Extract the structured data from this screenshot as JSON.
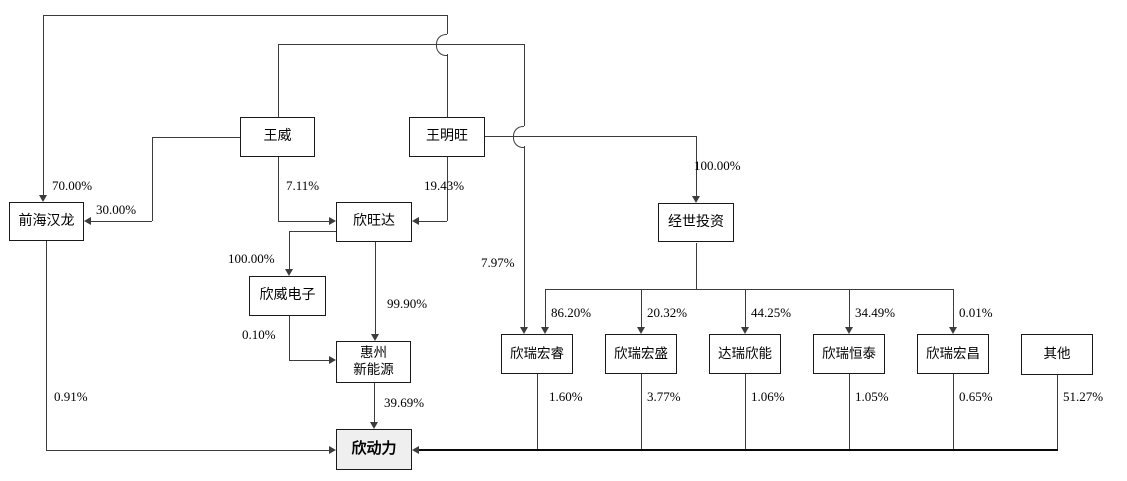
{
  "diagram": {
    "type": "equity-ownership-structure",
    "colors": {
      "background": "#ffffff",
      "line": "#3c3c3c",
      "node_border": "#1a1a1a",
      "node_fill": "#ffffff",
      "highlight_node_fill": "#efefef"
    },
    "nodes": {
      "qianhai_hanlong": {
        "label": "前海汉龙"
      },
      "wang_wei": {
        "label": "王威"
      },
      "wang_mingwang": {
        "label": "王明旺"
      },
      "xinwangda": {
        "label": "欣旺达"
      },
      "jingshi_touzi": {
        "label": "经世投资"
      },
      "xinwei_dianzi": {
        "label": "欣威电子"
      },
      "huizhou_xinnengyuan": {
        "line1": "惠州",
        "line2": "新能源"
      },
      "xinrui_hongrui": {
        "label": "欣瑞宏睿"
      },
      "xinrui_hongsheng": {
        "label": "欣瑞宏盛"
      },
      "darui_xinneng": {
        "label": "达瑞欣能"
      },
      "xinrui_hengtai": {
        "label": "欣瑞恒泰"
      },
      "xinrui_hongchang": {
        "label": "欣瑞宏昌"
      },
      "qita": {
        "label": "其他"
      },
      "xindongli": {
        "label": "欣动力"
      }
    },
    "edges": {
      "e_wmw_qhhl": {
        "from": "王明旺",
        "to": "前海汉龙",
        "label": "70.00%"
      },
      "e_ww_qhhl": {
        "from": "王威",
        "to": "前海汉龙",
        "label": "30.00%"
      },
      "e_ww_xwd": {
        "from": "王威",
        "to": "欣旺达",
        "label": "7.11%"
      },
      "e_wmw_xwd": {
        "from": "王明旺",
        "to": "欣旺达",
        "label": "19.43%"
      },
      "e_wmw_jst": {
        "from": "王明旺",
        "to": "经世投资",
        "label": "100.00%"
      },
      "e_ww_xrhr": {
        "from": "王威",
        "to": "欣瑞宏睿",
        "label": "7.97%"
      },
      "e_xwd_xwdz": {
        "from": "欣旺达",
        "to": "欣威电子",
        "label": "100.00%"
      },
      "e_xwd_hz": {
        "from": "欣旺达",
        "to": "惠州新能源",
        "label": "99.90%"
      },
      "e_xwdz_hz": {
        "from": "欣威电子",
        "to": "惠州新能源",
        "label": "0.10%"
      },
      "e_hz_xdl": {
        "from": "惠州新能源",
        "to": "欣动力",
        "label": "39.69%"
      },
      "e_qhhl_xdl": {
        "from": "前海汉龙",
        "to": "欣动力",
        "label": "0.91%"
      },
      "e_jst_xrhr": {
        "from": "经世投资",
        "to": "欣瑞宏睿",
        "label": "86.20%"
      },
      "e_jst_xrhs": {
        "from": "经世投资",
        "to": "欣瑞宏盛",
        "label": "20.32%"
      },
      "e_jst_drxn": {
        "from": "经世投资",
        "to": "达瑞欣能",
        "label": "44.25%"
      },
      "e_jst_xrht": {
        "from": "经世投资",
        "to": "欣瑞恒泰",
        "label": "34.49%"
      },
      "e_jst_xrhc": {
        "from": "经世投资",
        "to": "欣瑞宏昌",
        "label": "0.01%"
      },
      "e_xrhr_xdl": {
        "from": "欣瑞宏睿",
        "to": "欣动力",
        "label": "1.60%"
      },
      "e_xrhs_xdl": {
        "from": "欣瑞宏盛",
        "to": "欣动力",
        "label": "3.77%"
      },
      "e_drxn_xdl": {
        "from": "达瑞欣能",
        "to": "欣动力",
        "label": "1.06%"
      },
      "e_xrht_xdl": {
        "from": "欣瑞恒泰",
        "to": "欣动力",
        "label": "1.05%"
      },
      "e_xrhc_xdl": {
        "from": "欣瑞宏昌",
        "to": "欣动力",
        "label": "0.65%"
      },
      "e_qita_xdl": {
        "from": "其他",
        "to": "欣动力",
        "label": "51.27%"
      }
    }
  }
}
